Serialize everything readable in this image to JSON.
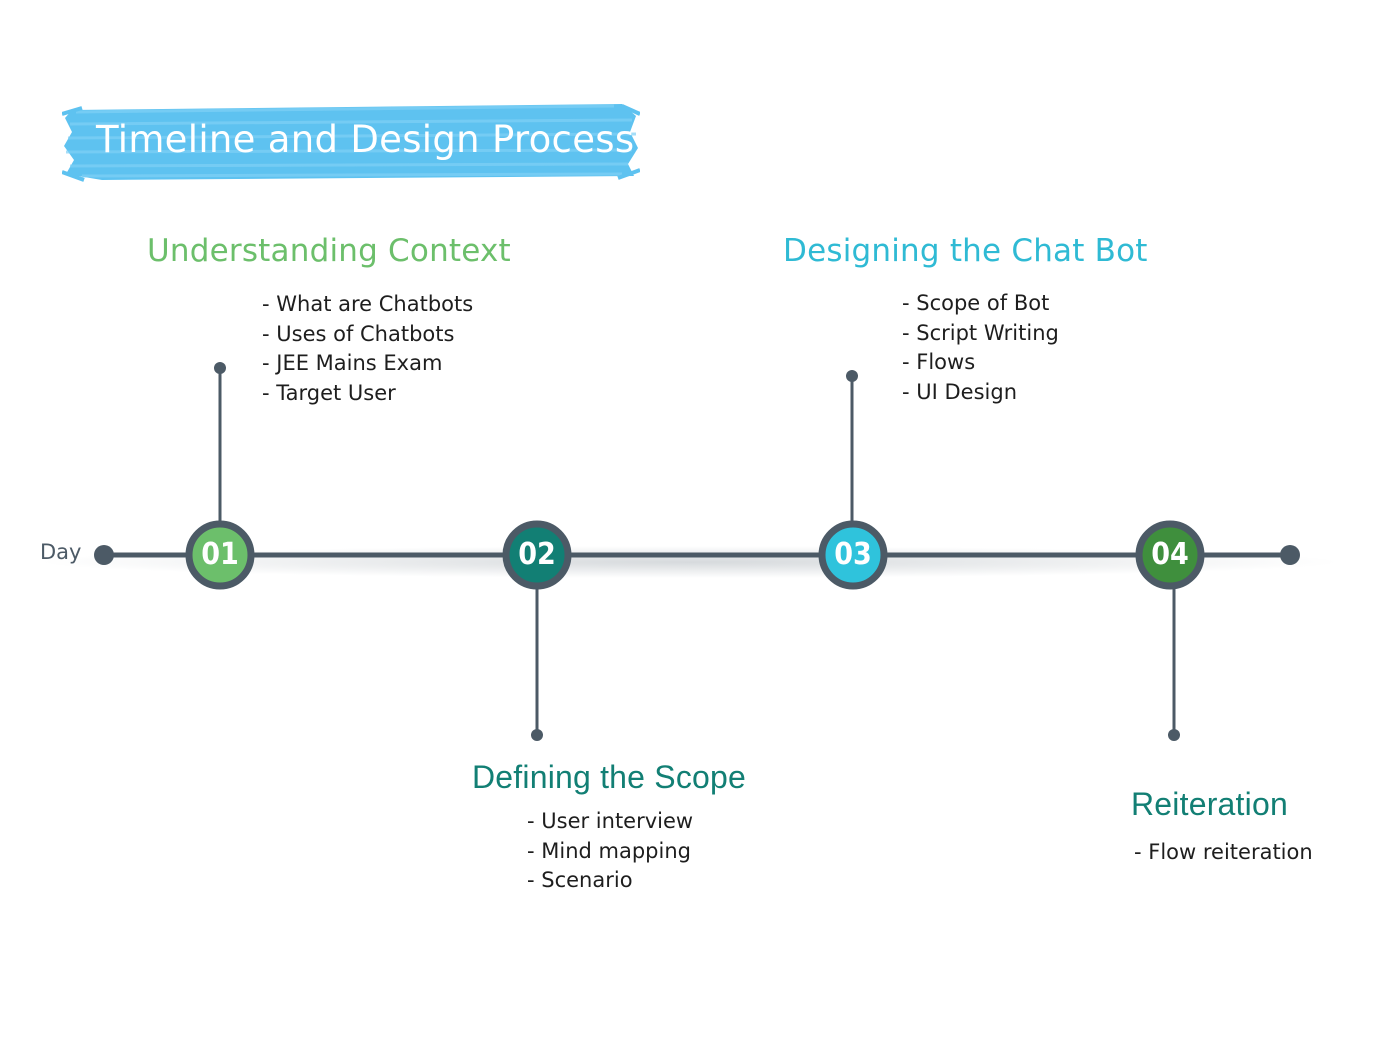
{
  "title": "Timeline and Design Process",
  "axis_label": "Day",
  "colors": {
    "line": "#4c5a66",
    "title_brush": "#5ec2f0",
    "step1": "#6cbf6b",
    "step2": "#127f74",
    "step3": "#2fc3dc",
    "step4": "#3f8f3d"
  },
  "steps": [
    {
      "number": "01",
      "title": "Understanding Context",
      "title_color": "#6cbf6b",
      "items": [
        "- What are Chatbots",
        "- Uses of Chatbots",
        "- JEE Mains Exam",
        "- Target User"
      ]
    },
    {
      "number": "02",
      "title": "Defining the Scope",
      "title_color": "#127f74",
      "items": [
        "- User interview",
        "- Mind mapping",
        "- Scenario"
      ]
    },
    {
      "number": "03",
      "title": "Designing the Chat Bot",
      "title_color": "#2fbad4",
      "items": [
        "- Scope of Bot",
        "- Script Writing",
        "- Flows",
        "- UI Design"
      ]
    },
    {
      "number": "04",
      "title": "Reiteration",
      "title_color": "#127f74",
      "items": [
        "- Flow reiteration"
      ]
    }
  ]
}
